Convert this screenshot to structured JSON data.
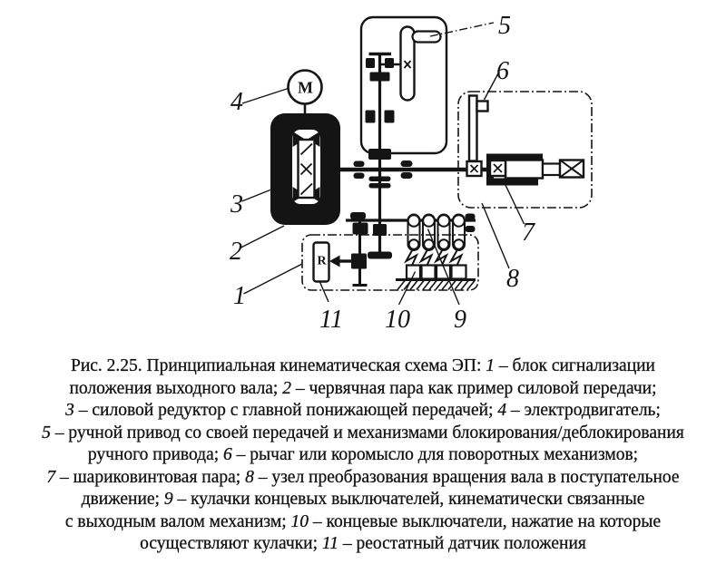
{
  "figure": {
    "colors": {
      "ink": "#141414",
      "paper": "#ffffff"
    },
    "labels": {
      "l1": "1",
      "l2": "2",
      "l3": "3",
      "l4": "4",
      "l5": "5",
      "l6": "6",
      "l7": "7",
      "l8": "8",
      "l9": "9",
      "l10": "10",
      "l11": "11",
      "motor": "М",
      "rheostat": "R"
    },
    "caption": {
      "lines": [
        {
          "segments": [
            {
              "text": "Рис. 2.25. Принципиальная кинематическая схема ЭП: "
            },
            {
              "text": "1",
              "italic": true
            },
            {
              "text": " – блок сигнализации"
            }
          ]
        },
        {
          "segments": [
            {
              "text": "положения выходного вала; "
            },
            {
              "text": "2",
              "italic": true
            },
            {
              "text": " – червячная пара как пример силовой передачи;"
            }
          ]
        },
        {
          "segments": [
            {
              "text": "3",
              "italic": true
            },
            {
              "text": " – силовой редуктор с главной понижающей передачей; "
            },
            {
              "text": "4",
              "italic": true
            },
            {
              "text": " – электродвигатель;"
            }
          ]
        },
        {
          "segments": [
            {
              "text": "5",
              "italic": true
            },
            {
              "text": " – ручной привод со своей передачей и механизмами блокирования/деблокирования"
            }
          ]
        },
        {
          "segments": [
            {
              "text": "ручного привода; "
            },
            {
              "text": "6",
              "italic": true
            },
            {
              "text": " – рычаг или коромысло для поворотных механизмов;"
            }
          ]
        },
        {
          "segments": [
            {
              "text": "7",
              "italic": true
            },
            {
              "text": " – шариковинтовая пара; "
            },
            {
              "text": "8",
              "italic": true
            },
            {
              "text": " – узел преобразования вращения вала в поступательное"
            }
          ]
        },
        {
          "segments": [
            {
              "text": "движение; "
            },
            {
              "text": "9",
              "italic": true
            },
            {
              "text": " – кулачки концевых выключателей, кинематически связанные"
            }
          ]
        },
        {
          "segments": [
            {
              "text": "с выходным валом механизм; "
            },
            {
              "text": "10",
              "italic": true
            },
            {
              "text": " – концевые выключатели, нажатие на которые"
            }
          ]
        },
        {
          "segments": [
            {
              "text": "осуществляют кулачки; "
            },
            {
              "text": "11",
              "italic": true
            },
            {
              "text": " – реостатный датчик положения"
            }
          ]
        }
      ]
    }
  }
}
